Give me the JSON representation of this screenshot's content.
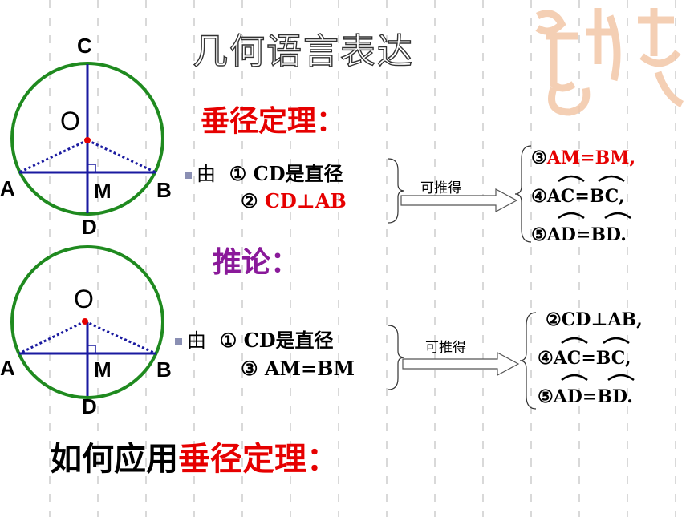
{
  "title": "几何语言表达",
  "theorem_heading": "垂径定理：",
  "corollary_heading": "推论：",
  "bottom": {
    "prefix": "如何应用",
    "highlight": "垂径定理："
  },
  "theorem": {
    "given_prefix": "由",
    "given_1": "① CD是直径",
    "given_2_num": "②",
    "given_2": "CD⊥AB",
    "infer_label": "可推得",
    "results": [
      {
        "num": "③",
        "text": "AM=BM,",
        "color": "#e60000"
      },
      {
        "num": "④",
        "text": "AC=BC,",
        "color": "#000000"
      },
      {
        "num": "⑤",
        "text": "AD=BD.",
        "color": "#000000"
      }
    ]
  },
  "corollary": {
    "given_prefix": "由",
    "given_1": "① CD是直径",
    "given_2": "③ AM=BM",
    "infer_label": "可推得",
    "results": [
      {
        "num": "②",
        "text": "CD⊥AB,",
        "color": "#000000"
      },
      {
        "num": "④",
        "text": "AC=BC,",
        "color": "#000000"
      },
      {
        "num": "⑤",
        "text": "AD=BD.",
        "color": "#000000"
      }
    ]
  },
  "figure1_labels": {
    "C": "C",
    "O": "O",
    "A": "A",
    "B": "B",
    "M": "M",
    "D": "D"
  },
  "figure2_labels": {
    "O": "O",
    "A": "A",
    "B": "B",
    "M": "M",
    "D": "D"
  },
  "colors": {
    "circle": "#1f8a1f",
    "chord": "#1a1aa0",
    "center": "#e60000",
    "accent_red": "#e60000",
    "accent_purple": "#8a1a9a"
  }
}
